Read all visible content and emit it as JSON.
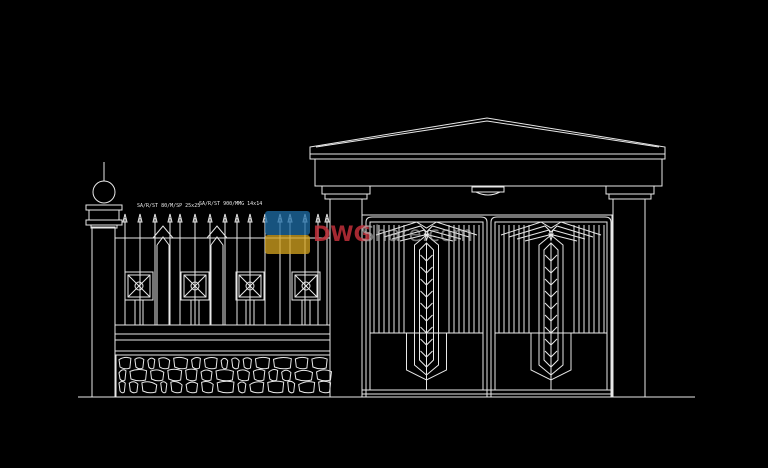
{
  "drawing": {
    "background": "#000000",
    "line_color": "#e8e8e8",
    "annotations": [
      {
        "text": "SA/R/ST 80/M/SP 25x25"
      },
      {
        "text": "SA/R/ST 900/MMG 14x14"
      }
    ]
  },
  "watermark": {
    "brand_part": "DWG",
    "rest_part": "Share.com",
    "brand_color": "#c0303a",
    "logo_colors": {
      "top": "#1f6fa8",
      "bottom": "#d7a520"
    }
  }
}
